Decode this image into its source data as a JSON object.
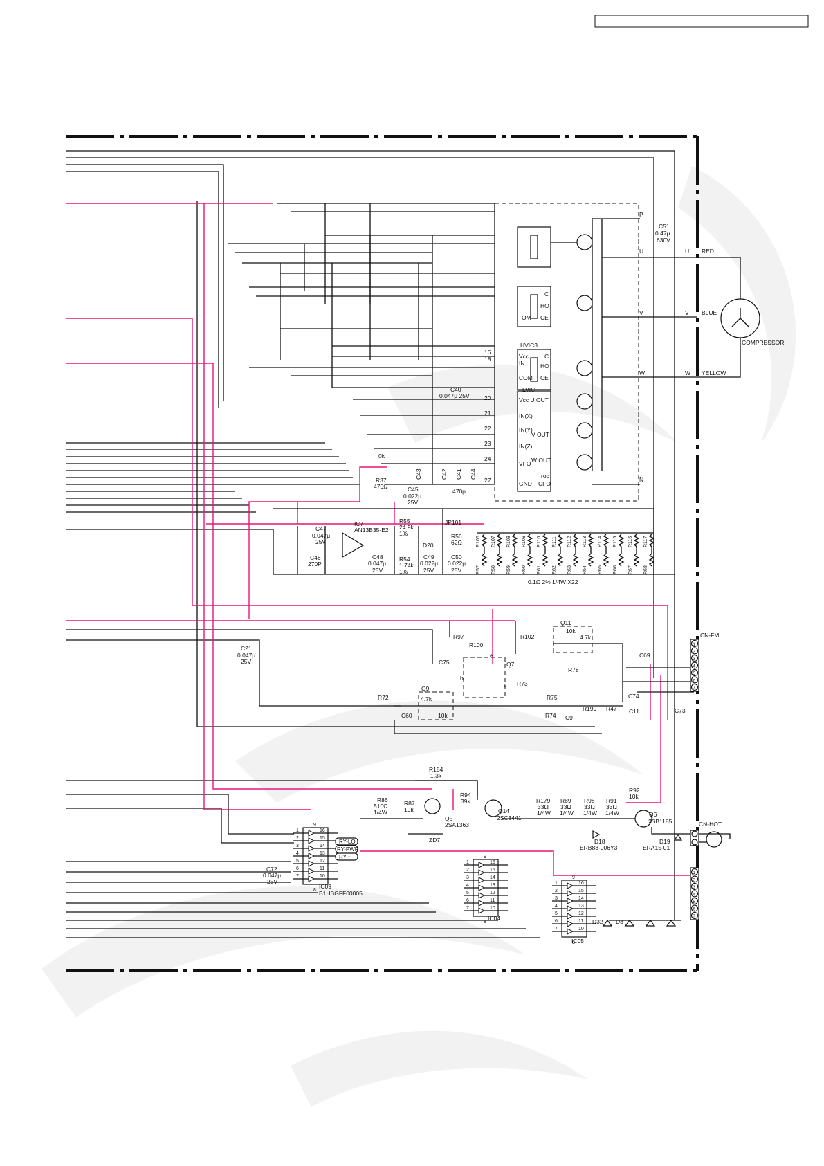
{
  "page_ref_box": "",
  "labels": {
    "c51": "C51",
    "c51_val": "0.47μ",
    "c51_v": "630V",
    "red": "RED",
    "blue": "BLUE",
    "yellow": "YELLOW",
    "compressor": "COMPRESSOR",
    "u1": "U",
    "u2": "U",
    "v1": "V",
    "v2": "V",
    "w1": "W",
    "w2": "W",
    "p": "P",
    "n": "N",
    "hvic3": "HVIC3",
    "lvic": "LVIC",
    "c": "C",
    "ho": "HO",
    "ce": "CE",
    "om": "OM",
    "com": "COM",
    "vcc": "Vcc",
    "in": "IN",
    "vcc_uout": "Vcc  U OUT",
    "in_x": "IN(X)",
    "in_y": "IN(Y)",
    "v_out": "V OUT",
    "in_z": "IN(Z)",
    "vfo": "VFO",
    "w_out": "W OUT",
    "gnd": "GND",
    "cfo": "CFO",
    "roc": "roc",
    "pin16": "16",
    "pin18": "18",
    "pin20": "20",
    "pin21": "21",
    "pin22": "22",
    "pin23": "23",
    "pin24": "24",
    "pin27": "27",
    "c40": "C40",
    "c40_val": "0.047μ   25V",
    "c43": "C43",
    "c42": "C42",
    "c41": "C41",
    "c44": "C44",
    "c_470p": "470p",
    "r_0k": "0k",
    "r37": "R37",
    "r37_val": "470Ω",
    "c45": "C45",
    "c45_val": "0.022μ",
    "c45_v": "25V",
    "ic7": "IC7",
    "ic7_part": "AN13B35-E2",
    "c47": "C47",
    "c47_val": "0.047μ",
    "c47_v": "25V",
    "r55": "R55",
    "r55_val": "24.9k",
    "r55_tol": "1%",
    "jp101": "JP101",
    "r56": "R56",
    "r56_val": "62Ω",
    "d20": "D20",
    "c46": "C46",
    "c46_val": "270P",
    "c48": "C48",
    "c48_val": "0.047μ",
    "c48_v": "25V",
    "r54": "R54",
    "r54_val": "1.74k",
    "r54_tol": "1%",
    "c49": "C49",
    "c49_val": "0.022μ",
    "c49_v": "25V",
    "c50": "C50",
    "c50_val": "0.022μ",
    "c50_v": "25V",
    "shunt_note": "0.1Ω   2%   1/4W   X22",
    "c21": "C21",
    "c21_val": "0.047μ",
    "c21_v": "25V",
    "r97": "R97",
    "r100": "R100",
    "r102": "R102",
    "q11": "Q11",
    "q11_a": "10k",
    "q11_b": "4.7k",
    "c75": "C75",
    "q7": "Q7",
    "e": "e",
    "b": "b",
    "c_lbl": "c",
    "r73": "R73",
    "r78": "R78",
    "r75": "R75",
    "q9": "Q9",
    "q9_a": "4.7k",
    "q9_b": "10k",
    "r72": "R72",
    "c60": "C60",
    "r74": "R74",
    "c9": "C9",
    "r199": "R199",
    "r47": "R47",
    "c74": "C74",
    "c11": "C11",
    "c73": "C73",
    "c69": "C69",
    "cn_fm": "CN-FM",
    "r184": "R184",
    "r184_val": "1.3k",
    "r94": "R94",
    "r94_val": "39k",
    "q14": "Q14",
    "q14_part": "2SC3441",
    "r179": "R179",
    "r179_val": "33Ω",
    "r179_w": "1/4W",
    "r89": "R89",
    "r89_val": "33Ω",
    "r89_w": "1/4W",
    "r98": "R98",
    "r98_val": "33Ω",
    "r98_w": "1/4W",
    "r91": "R91",
    "r91_val": "33Ω",
    "r91_w": "1/4W",
    "r92": "R92",
    "r92_val": "10k",
    "q6": "Q6",
    "q6_part": "2SB1185",
    "r86": "R86",
    "r86_val": "510Ω",
    "r86_w": "1/4W",
    "r87": "R87",
    "r87_val": "10k",
    "q5": "Q5",
    "q5_part": "2SA1363",
    "zd7": "ZD7",
    "d18": "D18",
    "d18_part": "ERB83-006Y3",
    "d19": "D19",
    "d19_part": "ERA15-01",
    "cn_hot": "CN-HOT",
    "ry_lo": "RY-LO",
    "ry_pwr": "RY-PWR",
    "ry_x": "RY-~",
    "c72": "C72",
    "c72_val": "0.047μ",
    "c72_v": "25V",
    "ic09": "IC09",
    "ic09_part": "B1HBGFF00005",
    "ic04": "IC04",
    "ic05": "IC05",
    "d32": "D32",
    "d3": "D3",
    "r_top": [
      "R106",
      "R107",
      "R108",
      "R109",
      "R110",
      "R111",
      "R112",
      "R113",
      "R114",
      "R115",
      "R116",
      "R117"
    ],
    "r_bot": [
      "R57",
      "R58",
      "R59",
      "R60",
      "R61",
      "R62",
      "R63",
      "R64",
      "R65",
      "R66",
      "R67",
      "R68"
    ]
  },
  "ic_pins": {
    "left": [
      "1",
      "2",
      "3",
      "4",
      "5",
      "6",
      "7"
    ],
    "right": [
      "16",
      "15",
      "14",
      "13",
      "12",
      "11",
      "10"
    ],
    "top": "9",
    "bottom": "8"
  },
  "connector_pins": [
    "1",
    "2",
    "3",
    "4",
    "5",
    "6",
    "7"
  ],
  "colors": {
    "wire": "#111111",
    "signal": "#e8157a"
  }
}
